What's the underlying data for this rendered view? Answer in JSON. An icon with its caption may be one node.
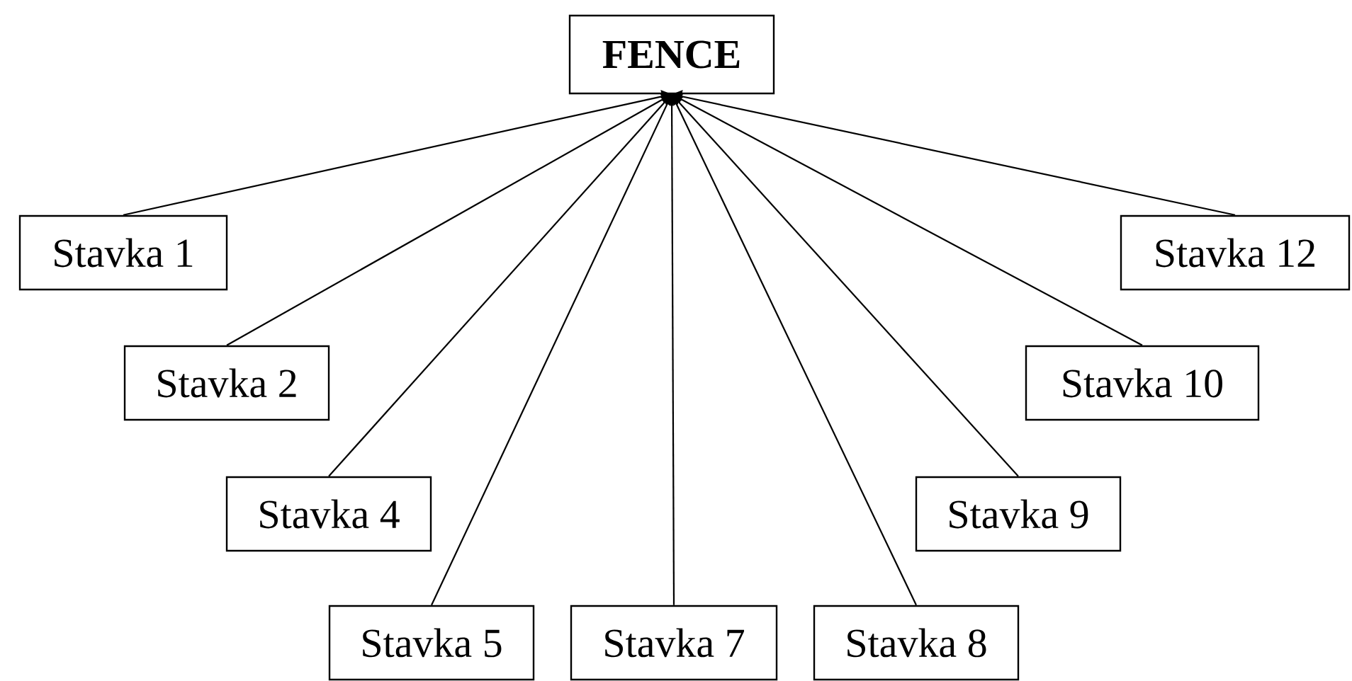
{
  "diagram": {
    "nodes": [
      {
        "text": [
          "FENCE"
        ]
      },
      {
        "text": [
          "Stavka 1"
        ]
      },
      {
        "text": [
          "Stavka 2"
        ]
      },
      {
        "text": [
          "Stavka 4"
        ]
      },
      {
        "text": [
          "Stavka 5"
        ]
      },
      {
        "text": [
          "Stavka 7"
        ]
      },
      {
        "text": [
          "Stavka 8"
        ]
      },
      {
        "text": [
          "Stavka 9"
        ]
      },
      {
        "text": [
          "Stavka 10"
        ]
      },
      {
        "text": [
          "Stavka 12"
        ]
      }
    ],
    "edges": [
      {
        "from": 1,
        "to": 0,
        "arrow": "to"
      },
      {
        "from": 2,
        "to": 0,
        "arrow": "to"
      },
      {
        "from": 3,
        "to": 0,
        "arrow": "to"
      },
      {
        "from": 4,
        "to": 0,
        "arrow": "to"
      },
      {
        "from": 5,
        "to": 0,
        "arrow": "to"
      },
      {
        "from": 6,
        "to": 0,
        "arrow": "to"
      },
      {
        "from": 7,
        "to": 0,
        "arrow": "to"
      },
      {
        "from": 8,
        "to": 0,
        "arrow": "to"
      },
      {
        "from": 9,
        "to": 0,
        "arrow": "to"
      }
    ]
  }
}
